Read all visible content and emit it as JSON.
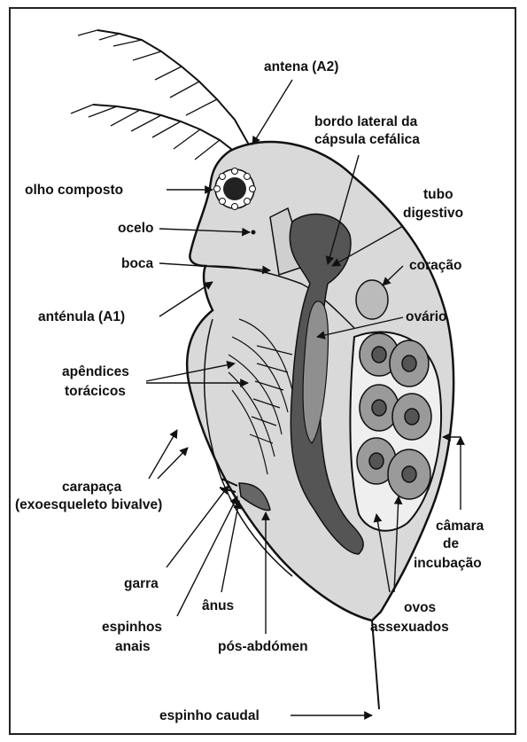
{
  "labels": {
    "antena": "antena (A2)",
    "bordo_1": "bordo lateral da",
    "bordo_2": "cápsula cefálica",
    "olho": "olho composto",
    "tubo_1": "tubo",
    "tubo_2": "digestivo",
    "ocelo": "ocelo",
    "boca": "boca",
    "coracao": "coração",
    "antenula": "anténula (A1)",
    "ovario": "ovário",
    "apendices_1": "apêndices",
    "apendices_2": "torácicos",
    "carapaca_1": "carapaça",
    "carapaca_2": "(exoesqueleto bivalve)",
    "camara_1": "câmara",
    "camara_2": "de",
    "camara_3": "incubação",
    "garra": "garra",
    "anus": "ânus",
    "ovos_1": "ovos",
    "ovos_2": "assexuados",
    "espinhos_1": "espinhos",
    "espinhos_2": "anais",
    "pos_abdomen": "pós-abdómen",
    "espinho_caudal": "espinho caudal"
  },
  "colors": {
    "body_fill": "#d9d9d9",
    "gut_fill": "#555555",
    "ovary_fill": "#8f8f8f",
    "egg_fill": "#9a9a9a",
    "outline": "#111111"
  }
}
